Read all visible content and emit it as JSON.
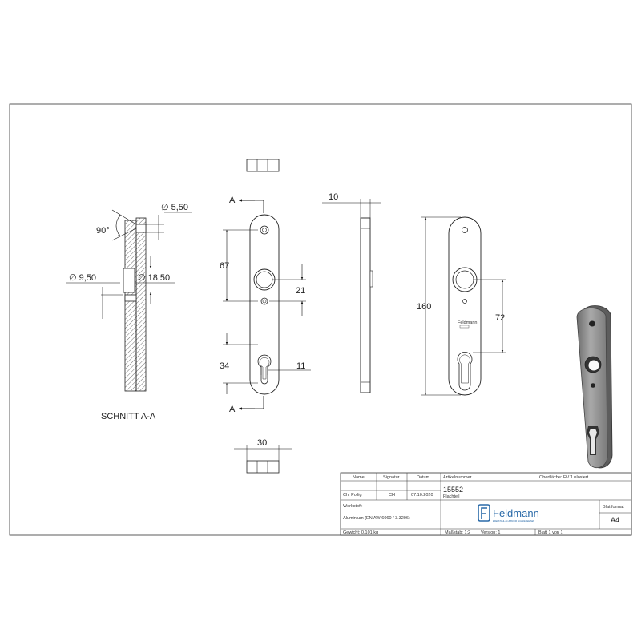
{
  "dimensions": {
    "d_5_50": "∅ 5,50",
    "angle_90": "90°",
    "d_9_50": "∅ 9,50",
    "d_18_50": "∅ 18,50",
    "section_label": "SCHNITT A-A",
    "cut_a_top": "A",
    "cut_a_bottom": "A",
    "d_67": "67",
    "d_21": "21",
    "d_34": "34",
    "d_11": "11",
    "d_30": "30",
    "d_10": "10",
    "d_160": "160",
    "d_72": "72"
  },
  "part_marking": "Feldmann",
  "title_block": {
    "h_name": "Name",
    "h_signatur": "Signatur",
    "h_datum": "Datum",
    "h_artikelnummer": "Artikelnummer",
    "h_oberflaeche": "Oberfläche:  EV 1 eloxiert",
    "name_val": "Ch. Pollig",
    "signatur_val": "CH",
    "datum_val": "07.10.2020",
    "artikelnummer_val": "15552",
    "werkstoff_label": "Werkstoff:",
    "werkstoff_val": "Aluminium (EN AW-6060 / 3.3206)",
    "flachteil": "Flachteil",
    "gewicht": "Gewicht: 0.101 kg",
    "massstab": "Maßstab: 1:2",
    "version": "Version: 1",
    "blatt": "Blatt 1 von 1",
    "blattformat_label": "Blattformat",
    "blattformat_val": "A4",
    "logo_text": "Feldmann",
    "logo_tagline": "EDELSTAHL ALUMINIUM SCHMIEDEEISEN"
  }
}
